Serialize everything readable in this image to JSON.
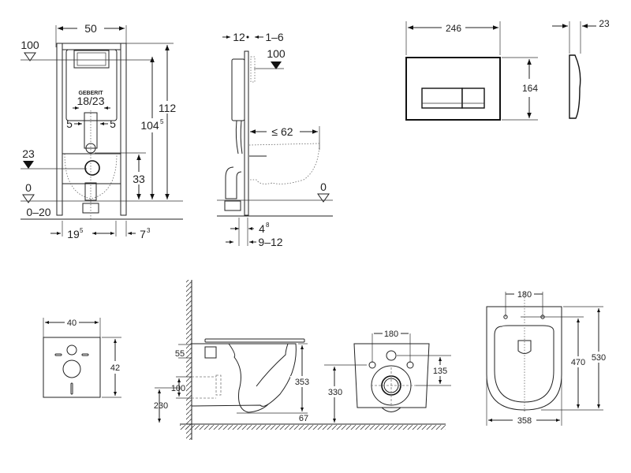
{
  "title": "Wall-hung toilet installation frame dimensional drawings",
  "frame_front": {
    "width": "50",
    "height_total": "112",
    "height_actuator": "104",
    "height_actuator_sup": "5",
    "flush_opening": "18/23",
    "offset_left": "5",
    "offset_right": "5",
    "level_top": "100",
    "level_supply": "23",
    "level_floor": "0",
    "floor_range": "0–20",
    "drain_height": "33",
    "bottom_left": "19",
    "bottom_left_sup": "5",
    "bottom_right": "7",
    "bottom_right_sup": "3",
    "brand": "GEBERIT"
  },
  "frame_side": {
    "depth": "12",
    "plate_gap": "1–6",
    "level_top": "100",
    "bowl_projection": "≤ 62",
    "level_floor": "0",
    "foot_depth": "4",
    "foot_depth_sup": "8",
    "wall_range": "9–12"
  },
  "flush_plate": {
    "width": "246",
    "height": "164",
    "thickness": "23"
  },
  "insulation_pad": {
    "width": "40",
    "height": "42"
  },
  "toilet_side": {
    "bolt_offset": "55",
    "bolt_spacing_vert": "100",
    "bolt_height": "230",
    "bowl_height": "353",
    "rim_gap": "67"
  },
  "toilet_back": {
    "bolt_spacing": "180",
    "inlet_offset": "135",
    "drain_height": "330"
  },
  "toilet_top": {
    "bolt_spacing": "180",
    "seat_length": "470",
    "total_length": "530",
    "width": "358"
  }
}
